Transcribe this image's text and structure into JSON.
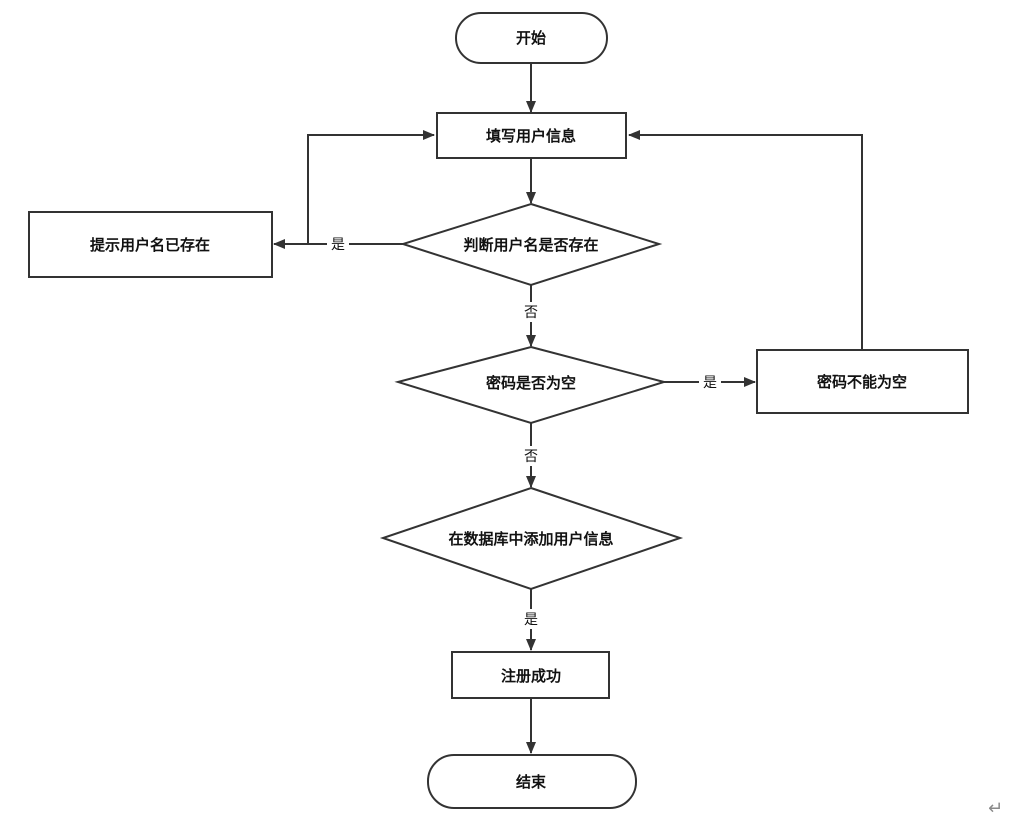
{
  "colors": {
    "stroke": "#333333",
    "fill": "#ffffff",
    "text": "#111111",
    "mark": "#8a8a8a"
  },
  "nodes": {
    "start": "开始",
    "fill_info": "填写用户信息",
    "check_username": "判断用户名是否存在",
    "username_exists": "提示用户名已存在",
    "check_password": "密码是否为空",
    "password_empty": "密码不能为空",
    "add_to_db": "在数据库中添加用户信息",
    "register_success": "注册成功",
    "end": "结束"
  },
  "edges": {
    "check_username_yes": "是",
    "check_username_no": "否",
    "check_password_yes": "是",
    "check_password_no": "否",
    "add_to_db_yes": "是"
  },
  "paragraph_mark": "↵"
}
